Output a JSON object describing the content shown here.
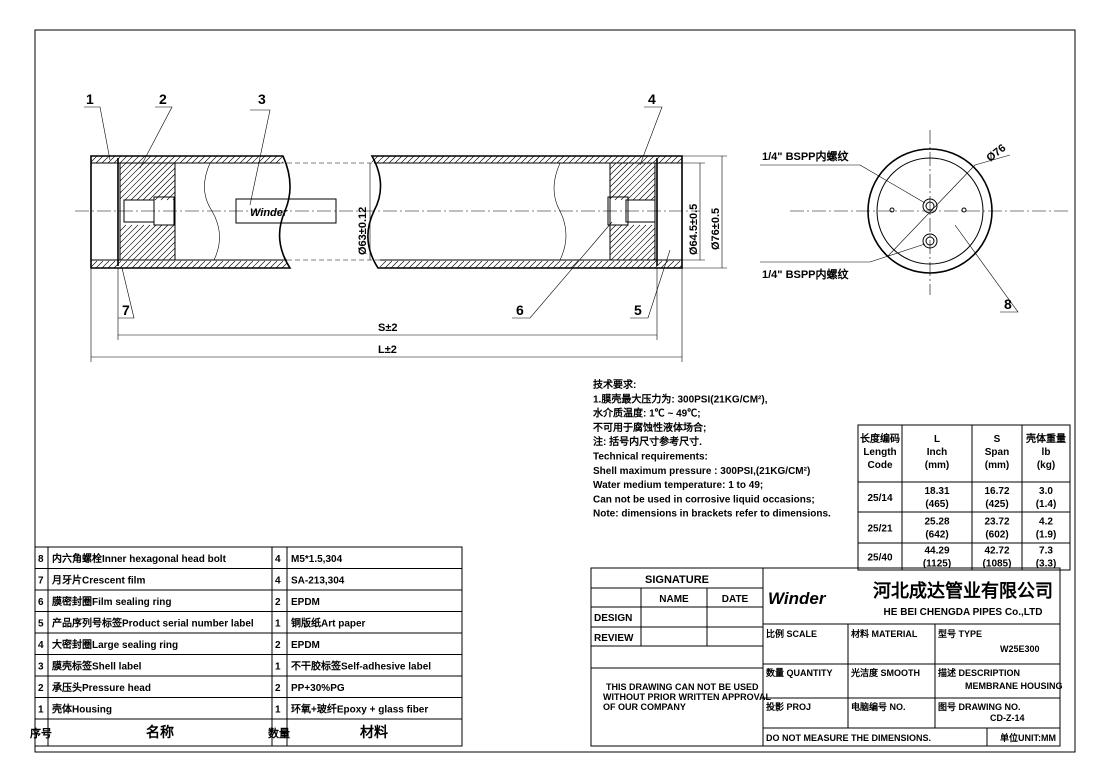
{
  "callouts": [
    "1",
    "2",
    "3",
    "4",
    "5",
    "6",
    "7",
    "8"
  ],
  "dimensions": {
    "inner_dia": "Ø63±0.12",
    "seal_dia": "Ø64.5±0.5",
    "outer_dia": "Ø76±0.5",
    "span": "S±2",
    "length": "L±2",
    "end_outer_dia": "Ø76",
    "port_top": "1/4\" BSPP内螺纹",
    "port_bottom": "1/4\" BSPP内螺纹"
  },
  "logo_text": "Winder",
  "tech_notes": [
    "技术要求:",
    "1.膜壳最大压力为: 300PSI(21KG/CM²),",
    "   水介质温度: 1℃ ~ 49℃;",
    "   不可用于腐蚀性液体场合;",
    "注: 括号内尺寸参考尺寸.",
    "Technical requirements:",
    "Shell maximum pressure : 300PSI,(21KG/CM²)",
    "Water medium temperature: 1 to 49;",
    "Can not be used in corrosive liquid occasions;",
    "Note: dimensions in brackets refer to dimensions."
  ],
  "spec_table": {
    "headers": [
      [
        "长度编码",
        "Length",
        "Code"
      ],
      [
        "L",
        "Inch",
        "(mm)"
      ],
      [
        "S",
        "Span",
        "(mm)"
      ],
      [
        "壳体重量",
        "lb",
        "(kg)"
      ]
    ],
    "rows": [
      {
        "code": "25/14",
        "L": "18.31",
        "L_mm": "(465)",
        "S": "16.72",
        "S_mm": "(425)",
        "lb": "3.0",
        "kg": "(1.4)"
      },
      {
        "code": "25/21",
        "L": "25.28",
        "L_mm": "(642)",
        "S": "23.72",
        "S_mm": "(602)",
        "lb": "4.2",
        "kg": "(1.9)"
      },
      {
        "code": "25/40",
        "L": "44.29",
        "L_mm": "(1125)",
        "S": "42.72",
        "S_mm": "(1085)",
        "lb": "7.3",
        "kg": "(3.3)"
      }
    ]
  },
  "parts_table": {
    "rows": [
      {
        "no": "8",
        "name": "内六角螺栓Inner hexagonal head bolt",
        "qty": "4",
        "material": "M5*1.5,304"
      },
      {
        "no": "7",
        "name": "月牙片Crescent film",
        "qty": "4",
        "material": "SA-213,304"
      },
      {
        "no": "6",
        "name": "膜密封圈Film sealing ring",
        "qty": "2",
        "material": "EPDM"
      },
      {
        "no": "5",
        "name": "产品序列号标签Product serial number label",
        "qty": "1",
        "material": "铜版纸Art paper"
      },
      {
        "no": "4",
        "name": "大密封圈Large sealing ring",
        "qty": "2",
        "material": "EPDM"
      },
      {
        "no": "3",
        "name": "膜壳标签Shell label",
        "qty": "1",
        "material": "不干胶标签Self-adhesive label"
      },
      {
        "no": "2",
        "name": "承压头Pressure head",
        "qty": "2",
        "material": "PP+30%PG"
      },
      {
        "no": "1",
        "name": "壳体Housing",
        "qty": "1",
        "material": "环氧+玻纤Epoxy + glass fiber"
      }
    ],
    "header": {
      "no": "序号",
      "name": "名称",
      "qty": "数量",
      "material": "材料"
    }
  },
  "title_block": {
    "signature": "SIGNATURE",
    "name": "NAME",
    "date": "DATE",
    "design": "DESIGN",
    "review": "REVIEW",
    "notice": [
      "THIS DRAWING CAN NOT BE USED",
      "WITHOUT PRIOR WRITTEN APPROVAL",
      "OF OUR COMPANY"
    ],
    "company_cn": "河北成达管业有限公司",
    "company_en": "HE BEI CHENGDA PIPES Co.,LTD",
    "scale": "比例 SCALE",
    "material": "材料 MATERIAL",
    "type_label": "型号 TYPE",
    "type_value": "W25E300",
    "quantity": "数量 QUANTITY",
    "smooth": "光洁度 SMOOTH",
    "description_label": "描述 DESCRIPTION",
    "description_value": "MEMBRANE HOUSING",
    "proj": "投影 PROJ",
    "computer_no": "电脑编号 NO.",
    "drawing_no_label": "图号 DRAWING NO.",
    "drawing_no_value": "CD-Z-14",
    "do_not_measure": "DO NOT MEASURE THE DIMENSIONS.",
    "unit": "单位UNIT:MM"
  }
}
